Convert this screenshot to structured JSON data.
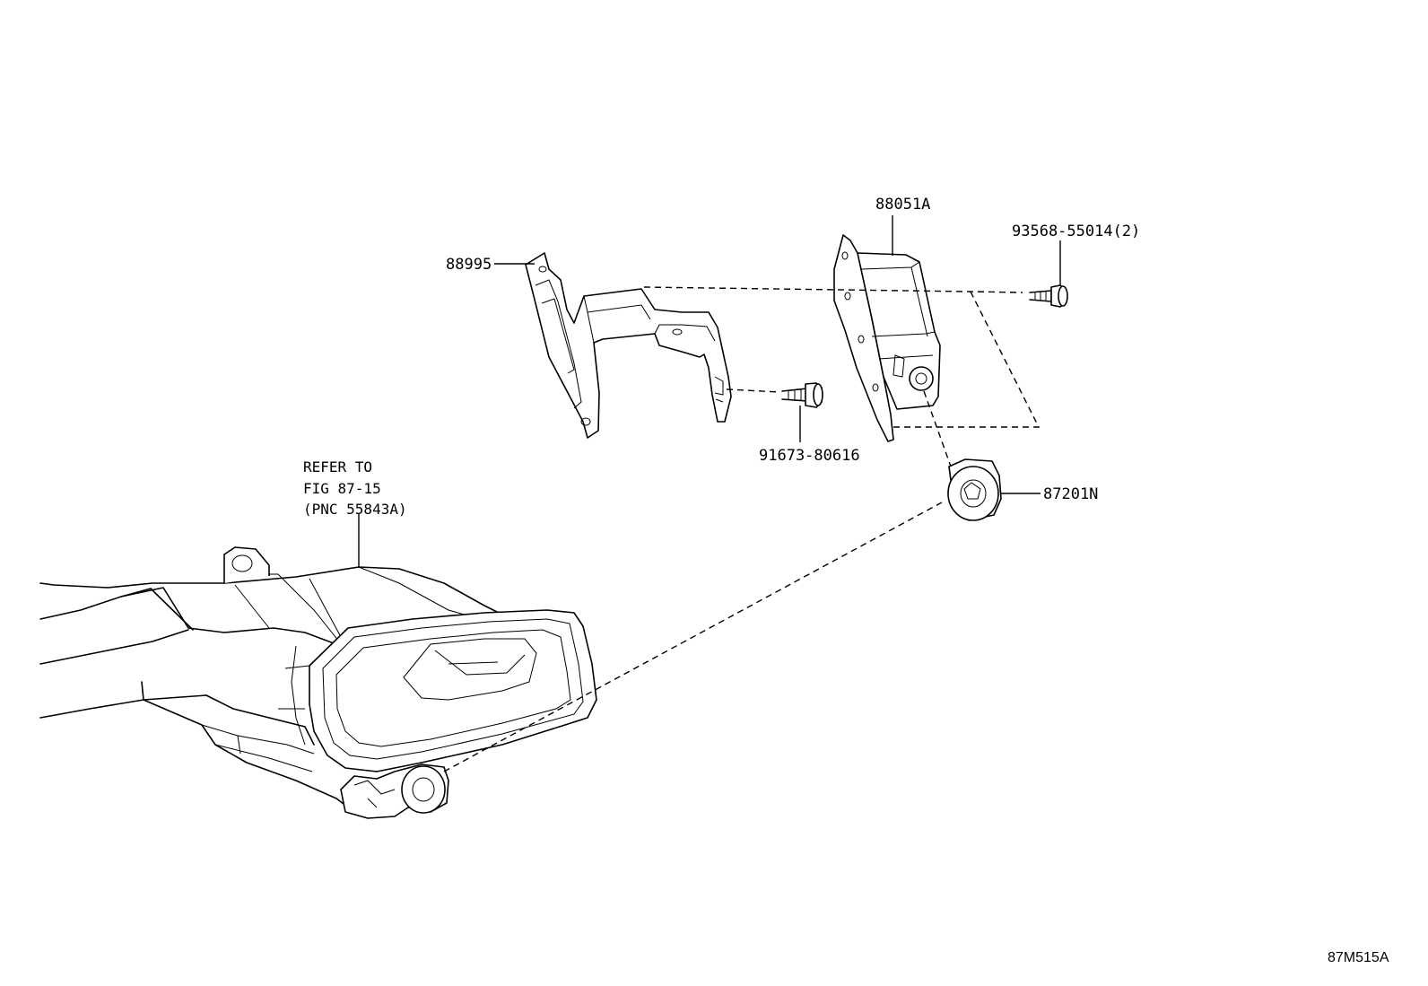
{
  "parts": {
    "bracket": "88995",
    "module": "88051A",
    "screw_top": "93568-55014(2)",
    "bolt": "91673-80616",
    "grommet": "87201N"
  },
  "reference": {
    "line1": "REFER TO",
    "line2": "FIG 87-15",
    "line3": "(PNC 55843A)"
  },
  "figure_code": "87M515A"
}
